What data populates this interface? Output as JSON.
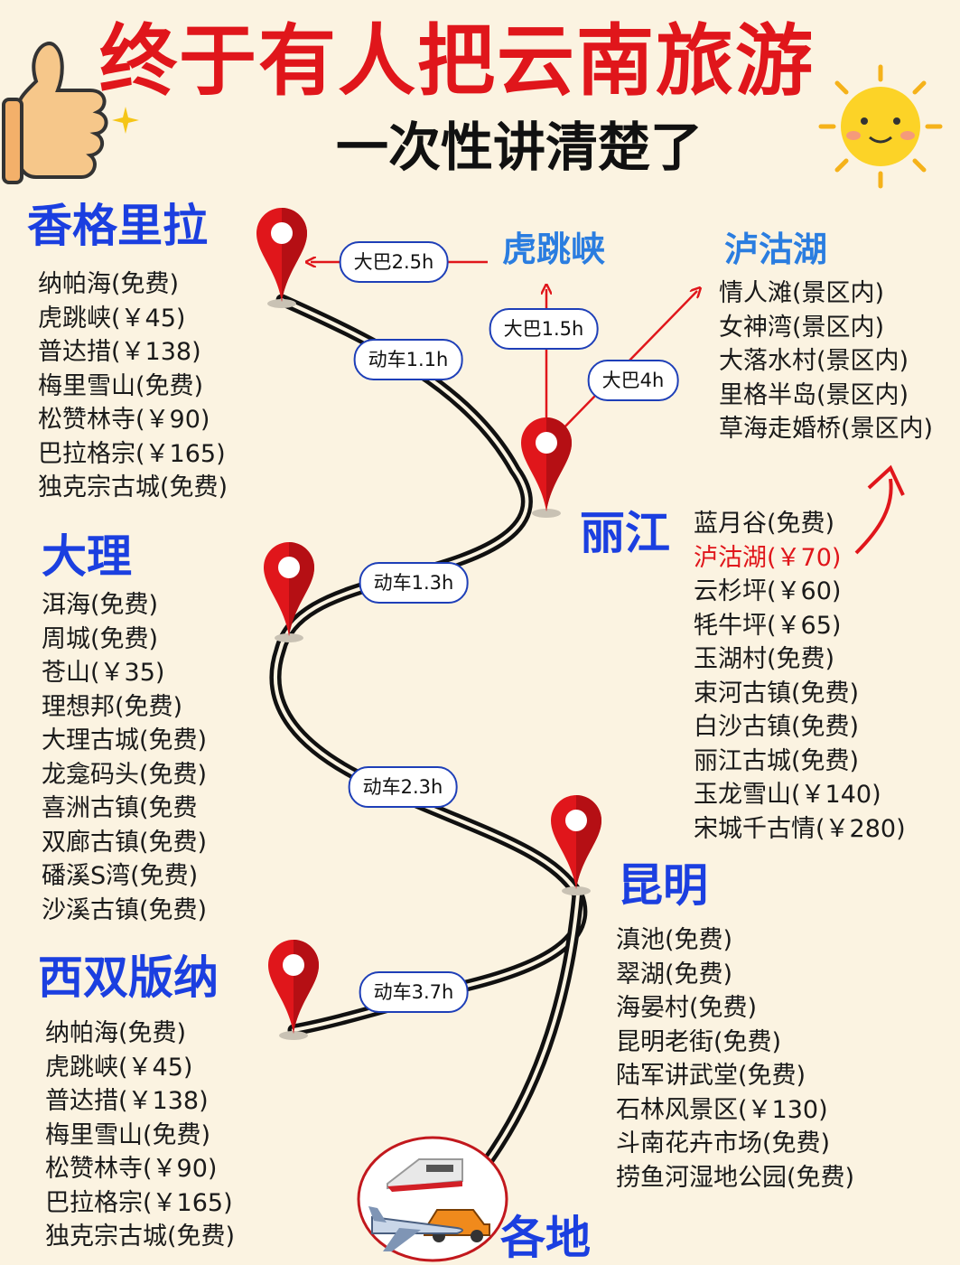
{
  "header": {
    "title": "终于有人把云南旅游",
    "subtitle": "一次性讲清楚了"
  },
  "colors": {
    "title_red": "#e0161b",
    "city_blue": "#1b3fe0",
    "pin_red": "#e0161b",
    "pill_border": "#1e3fb8",
    "background": "#fbf3e1"
  },
  "cities": {
    "shangri_la": {
      "name": "香格里拉",
      "spots": [
        "纳帕海(免费)",
        "虎跳峡(￥45)",
        "普达措(￥138)",
        "梅里雪山(免费)",
        "松赞林寺(￥90)",
        "巴拉格宗(￥165)",
        "独克宗古城(免费)"
      ]
    },
    "dali": {
      "name": "大理",
      "spots": [
        "洱海(免费)",
        "周城(免费)",
        "苍山(￥35)",
        "理想邦(免费)",
        "大理古城(免费)",
        "龙龛码头(免费)",
        "喜洲古镇(免费",
        "双廊古镇(免费)",
        "磻溪S湾(免费)",
        "沙溪古镇(免费)"
      ]
    },
    "xishuangbanna": {
      "name": "西双版纳",
      "spots": [
        "纳帕海(免费)",
        "虎跳峡(￥45)",
        "普达措(￥138)",
        "梅里雪山(免费)",
        "松赞林寺(￥90)",
        "巴拉格宗(￥165)",
        "独克宗古城(免费)"
      ]
    },
    "lijiang": {
      "name": "丽江",
      "spots": [
        "蓝月谷(免费)",
        "泸沽湖(￥70)",
        "云杉坪(￥60)",
        "牦牛坪(￥65)",
        "玉湖村(免费)",
        "束河古镇(免费)",
        "白沙古镇(免费)",
        "丽江古城(免费)",
        "玉龙雪山(￥140)",
        "宋城千古情(￥280)"
      ],
      "highlight_index": 1
    },
    "kunming": {
      "name": "昆明",
      "spots": [
        "滇池(免费)",
        "翠湖(免费)",
        "海晏村(免费)",
        "昆明老街(免费)",
        "陆军讲武堂(免费)",
        "石林风景区(￥130)",
        "斗南花卉市场(免费)",
        "捞鱼河湿地公园(免费)"
      ]
    },
    "tiger_leaping_gorge": {
      "name": "虎跳峡"
    },
    "lugu_lake": {
      "name": "泸沽湖",
      "spots": [
        "情人滩(景区内)",
        "女神湾(景区内)",
        "大落水村(景区内)",
        "里格半岛(景区内)",
        "草海走婚桥(景区内)"
      ]
    },
    "everywhere": {
      "name": "各地"
    }
  },
  "routes": {
    "bus_shangri_la": "大巴2.5h",
    "bus_tiger": "大巴1.5h",
    "bus_lugu": "大巴4h",
    "train_lijiang_shangri_la": "动车1.1h",
    "train_dali_lijiang": "动车1.3h",
    "train_kunming_dali": "动车2.3h",
    "train_kunming_xishuangbanna": "动车3.7h"
  },
  "icons": [
    "thumbs-up-icon",
    "sun-icon",
    "sparkle-icon",
    "map-pin-icon",
    "train-icon",
    "car-icon",
    "airplane-icon"
  ]
}
